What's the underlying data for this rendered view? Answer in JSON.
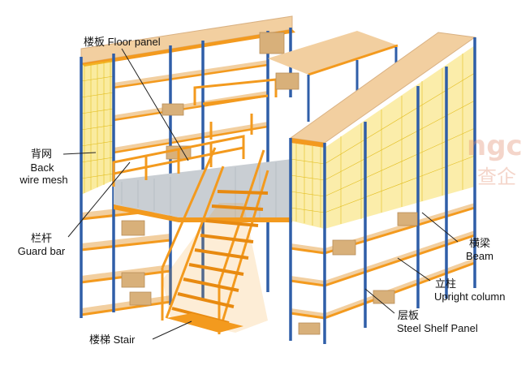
{
  "labels": {
    "floor_panel": "楼板 Floor panel",
    "back_wire_mesh_cn": "背网",
    "back_wire_mesh_en1": "Back",
    "back_wire_mesh_en2": "wire mesh",
    "guard_bar_cn": "栏杆",
    "guard_bar_en": "Guard bar",
    "stair": "楼梯 Stair",
    "beam_cn": "横梁",
    "beam_en": "Beam",
    "upright_cn": "立柱",
    "upright_en": "Upright column",
    "shelf_panel_cn": "层板",
    "shelf_panel_en": "Steel Shelf Panel"
  },
  "watermark": {
    "latin": "ngc",
    "cn": "查企"
  },
  "colors": {
    "upright": "#2f5ea8",
    "beam": "#f39a1e",
    "panel": "#f2cfa0",
    "mesh": "#f5d22a",
    "floor": "#c9ced3",
    "box": "#d8b07a",
    "leader": "#222222"
  }
}
